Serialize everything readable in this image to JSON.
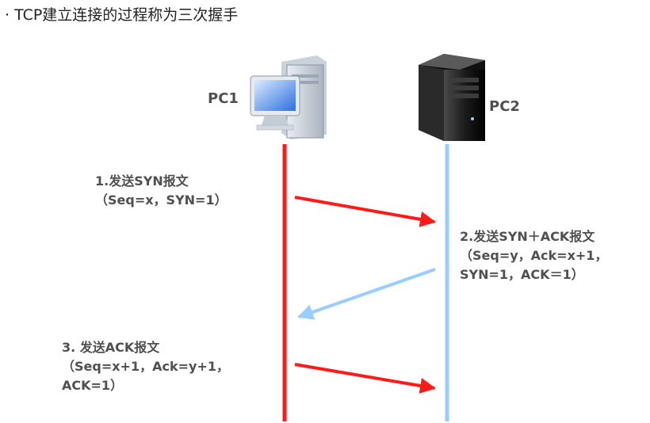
{
  "title": "· TCP建立连接的过程称为三次握手",
  "hosts": {
    "left": {
      "name": "PC1",
      "icon": "desktop-pc-icon"
    },
    "right": {
      "name": "PC2",
      "icon": "server-tower-icon"
    }
  },
  "steps": [
    {
      "lines": [
        "1.发送SYN报文",
        "（Seq=x，SYN=1）"
      ],
      "direction": "PC1→PC2",
      "color": "#ff1a1a"
    },
    {
      "lines": [
        "2.发送SYN＋ACK报文",
        "（Seq=y，Ack=x+1，",
        "SYN=1，ACK＝1）"
      ],
      "direction": "PC2→PC1",
      "color": "#99ccff"
    },
    {
      "lines": [
        "3. 发送ACK报文",
        "（Seq=x+1，Ack=y+1，",
        "ACK=1）"
      ],
      "direction": "PC1→PC2",
      "color": "#ff1a1a"
    }
  ],
  "colors": {
    "pc1_line": "#ff1a1a",
    "pc2_line": "#99ccff"
  }
}
